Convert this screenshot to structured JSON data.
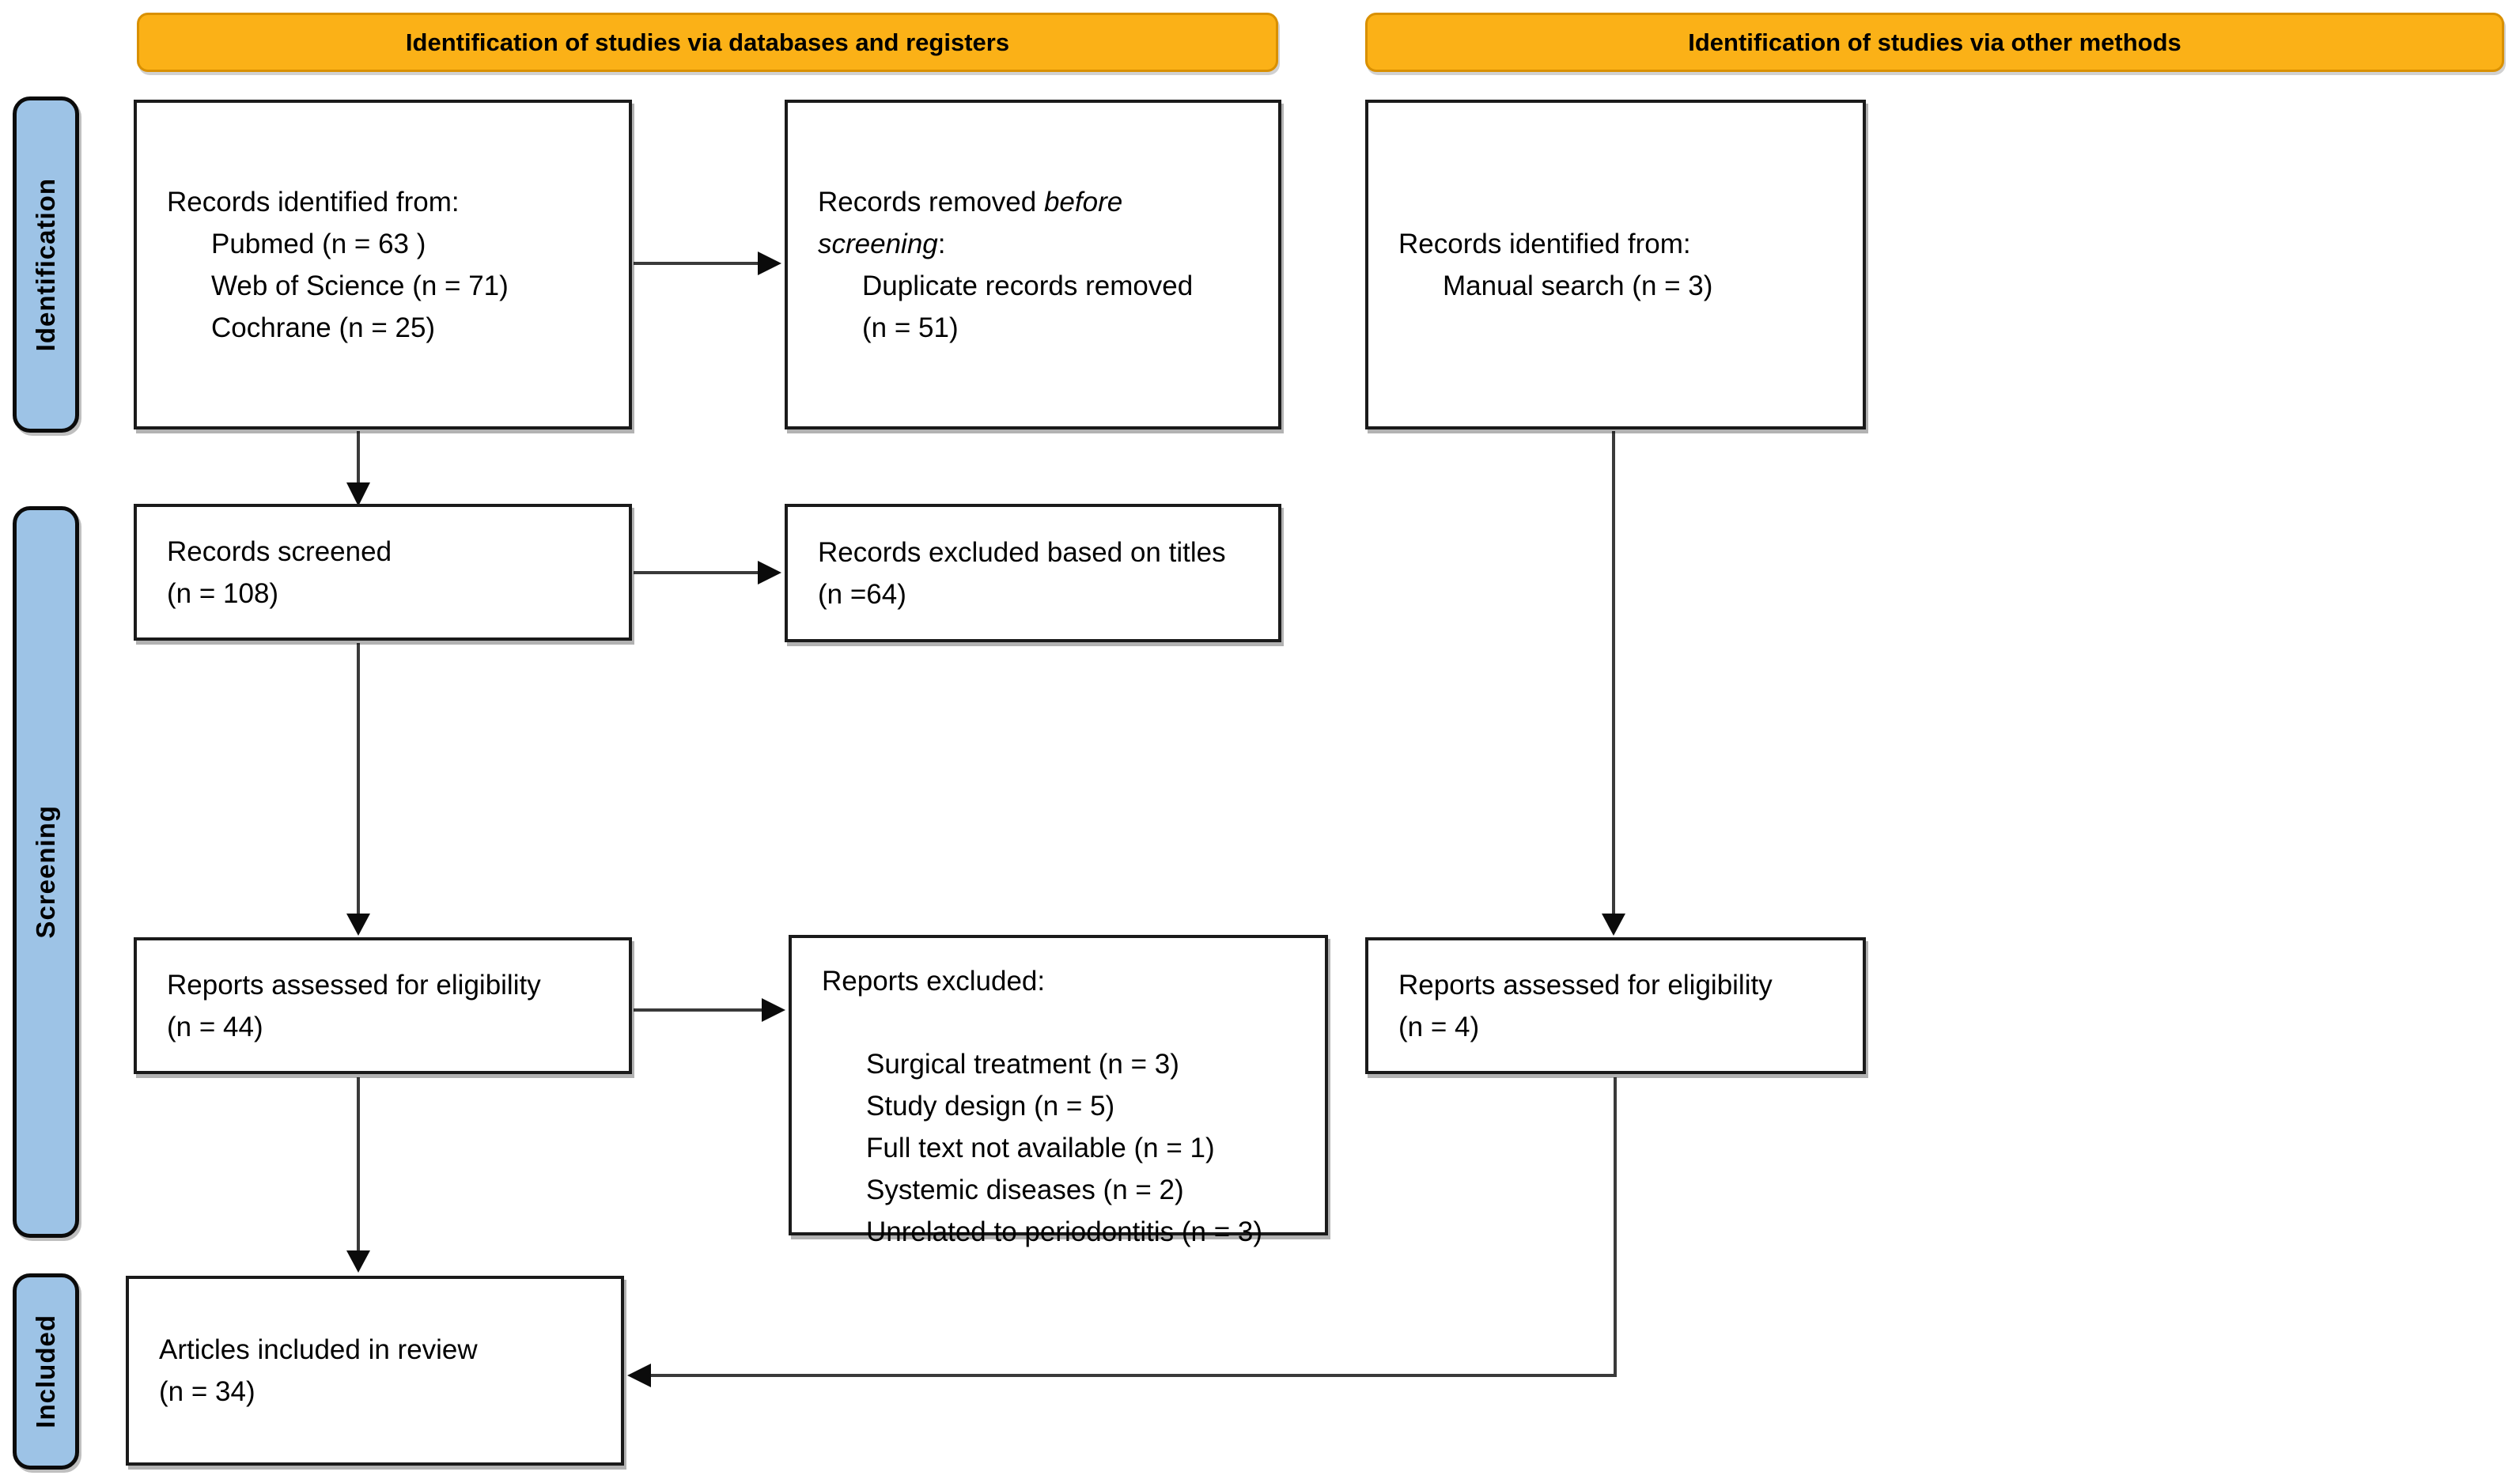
{
  "banners": {
    "databases": "Identification of studies via databases and registers",
    "other": "Identification of studies via other methods"
  },
  "stages": {
    "identification": "Identification",
    "screening": "Screening",
    "included": "Included"
  },
  "boxes": {
    "records_identified_db": {
      "title": "Records identified from:",
      "items": [
        "Pubmed (n = 63 )",
        "Web of Science (n = 71)",
        "Cochrane (n = 25)"
      ]
    },
    "records_removed": {
      "line1_normal": "Records removed ",
      "line1_italic": "before",
      "line2_italic": "screening",
      "line2_normal": ":",
      "items": [
        "Duplicate records removed",
        "(n = 51)"
      ]
    },
    "records_identified_other": {
      "title": "Records identified from:",
      "items": [
        "Manual search (n = 3)"
      ]
    },
    "records_screened": {
      "line1": "Records screened",
      "line2": "(n = 108)"
    },
    "records_excluded_titles": {
      "line1": "Records excluded based on titles",
      "line2": "(n =64)"
    },
    "reports_assessed_db": {
      "line1": "Reports assessed for eligibility",
      "line2": "(n = 44)"
    },
    "reports_excluded": {
      "title": "Reports excluded:",
      "items": [
        "Surgical treatment (n = 3)",
        "Study design (n = 5)",
        "Full text not available (n = 1)",
        "Systemic diseases (n = 2)",
        "Unrelated to periodontitis (n = 3)"
      ]
    },
    "reports_assessed_other": {
      "line1": "Reports assessed for eligibility",
      "line2": "(n = 4)"
    },
    "articles_included": {
      "line1": "Articles included in review",
      "line2": "(n = 34)"
    }
  },
  "colors": {
    "banner": "#FBB117",
    "banner_border": "#D99000",
    "stage_fill": "#9DC3E6",
    "box_border": "#1A1A1A",
    "arrow": "#3A3A3A"
  }
}
